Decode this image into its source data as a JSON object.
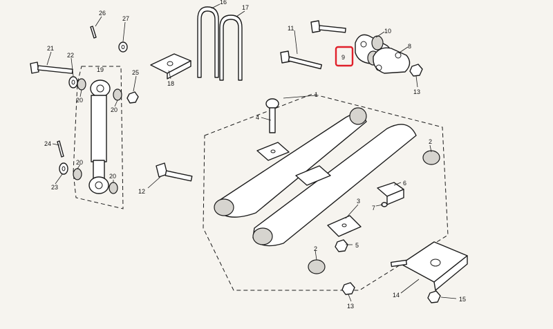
{
  "diagram": {
    "highlight_color": "#e0202a",
    "callouts": [
      {
        "key": "c1",
        "text": "1"
      },
      {
        "key": "c2a",
        "text": "2"
      },
      {
        "key": "c2b",
        "text": "2"
      },
      {
        "key": "c3",
        "text": "3"
      },
      {
        "key": "c4",
        "text": "4"
      },
      {
        "key": "c5",
        "text": "5"
      },
      {
        "key": "c6",
        "text": "6"
      },
      {
        "key": "c7",
        "text": "7"
      },
      {
        "key": "c8",
        "text": "8"
      },
      {
        "key": "c9",
        "text": "9",
        "highlighted": true
      },
      {
        "key": "c10",
        "text": "10"
      },
      {
        "key": "c11",
        "text": "11"
      },
      {
        "key": "c12",
        "text": "12"
      },
      {
        "key": "c13a",
        "text": "13"
      },
      {
        "key": "c13b",
        "text": "13"
      },
      {
        "key": "c14",
        "text": "14"
      },
      {
        "key": "c15",
        "text": "15"
      },
      {
        "key": "c16",
        "text": "16"
      },
      {
        "key": "c17",
        "text": "17"
      },
      {
        "key": "c18",
        "text": "18"
      },
      {
        "key": "c19",
        "text": "19"
      },
      {
        "key": "c20a",
        "text": "20"
      },
      {
        "key": "c20b",
        "text": "20"
      },
      {
        "key": "c20c",
        "text": "20"
      },
      {
        "key": "c20d",
        "text": "20"
      },
      {
        "key": "c21",
        "text": "21"
      },
      {
        "key": "c22",
        "text": "22"
      },
      {
        "key": "c23",
        "text": "23"
      },
      {
        "key": "c24",
        "text": "24"
      },
      {
        "key": "c25",
        "text": "25"
      },
      {
        "key": "c26",
        "text": "26"
      },
      {
        "key": "c27",
        "text": "27"
      }
    ]
  }
}
